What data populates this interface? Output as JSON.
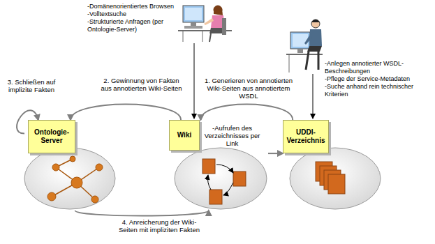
{
  "diagram": {
    "nodes": [
      {
        "text": [
          "Ontologie-Server"
        ]
      },
      {
        "text": [
          "Wiki"
        ]
      },
      {
        "text": [
          "UDDI-Verzeichnis"
        ]
      }
    ],
    "edges": [
      {
        "from": 2,
        "to": 1,
        "arrow": "to",
        "label": "1. Generieren von annotierten Wiki-Seiten aus annotiertem WSDL"
      },
      {
        "from": 1,
        "to": 0,
        "arrow": "to",
        "label": "2. Gewinnung von Fakten aus annotierten Wiki-Seiten"
      },
      {
        "from": 0,
        "to": 0,
        "arrow": "to",
        "label": "3. Schließen auf implizite Fakten"
      },
      {
        "from": 1,
        "to": 2,
        "arrow": "to",
        "label": "-Aufrufen des Verzeichnisses per Link"
      },
      {
        "from": 0,
        "to": 1,
        "arrow": "to",
        "label": "4. Anreicherung der Wiki-Seiten mit impliziten Fakten"
      }
    ],
    "labels": [
      "-Domänenorientiertes Browsen",
      "-Volltextsuche",
      "-Strukturierte Anfragen (per Ontologie-Server)",
      "-Anlegen annotierter WSDL-Beschreibungen",
      "-Pflege der Service-Metadaten",
      "-Suche anhand rein technischer Kriterien"
    ]
  }
}
